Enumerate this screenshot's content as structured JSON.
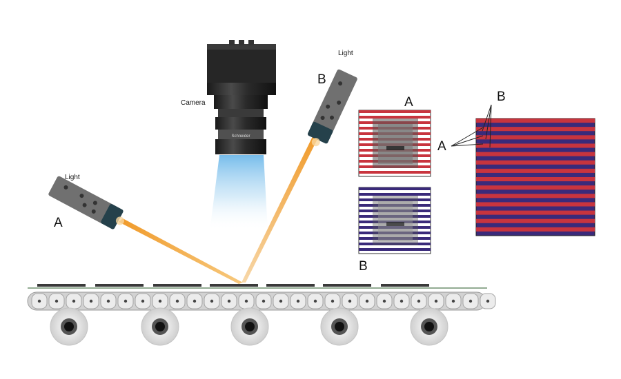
{
  "labels": {
    "camera": "Camera",
    "light_a": "Light",
    "light_b": "Light",
    "light_a_letter": "A",
    "light_b_letter": "B",
    "image_a_letter": "A",
    "image_b_letter": "B",
    "combined_a_letter": "A",
    "combined_b_letter": "B",
    "lens_brand": "Schneider"
  },
  "colors": {
    "stripe_red": "#c8343e",
    "stripe_blue": "#3a2a7a",
    "beam_orange": "#f2a13a",
    "camera_body": "#2a2a2a",
    "camera_glow": "#7ec3ee",
    "light_body": "#6f6f6f",
    "light_cap": "#26404a",
    "conveyor_body": "#d7d7d7",
    "conveyor_link": "#e9e9e9",
    "rail": "#7a9a7a",
    "pulley": "#e4e4e4"
  },
  "icons": {
    "camera": "machine-vision-camera-icon",
    "light_a": "spot-light-icon",
    "light_b": "spot-light-icon",
    "conveyor": "conveyor-belt-icon",
    "pulley": "pulley-wheel-icon"
  }
}
